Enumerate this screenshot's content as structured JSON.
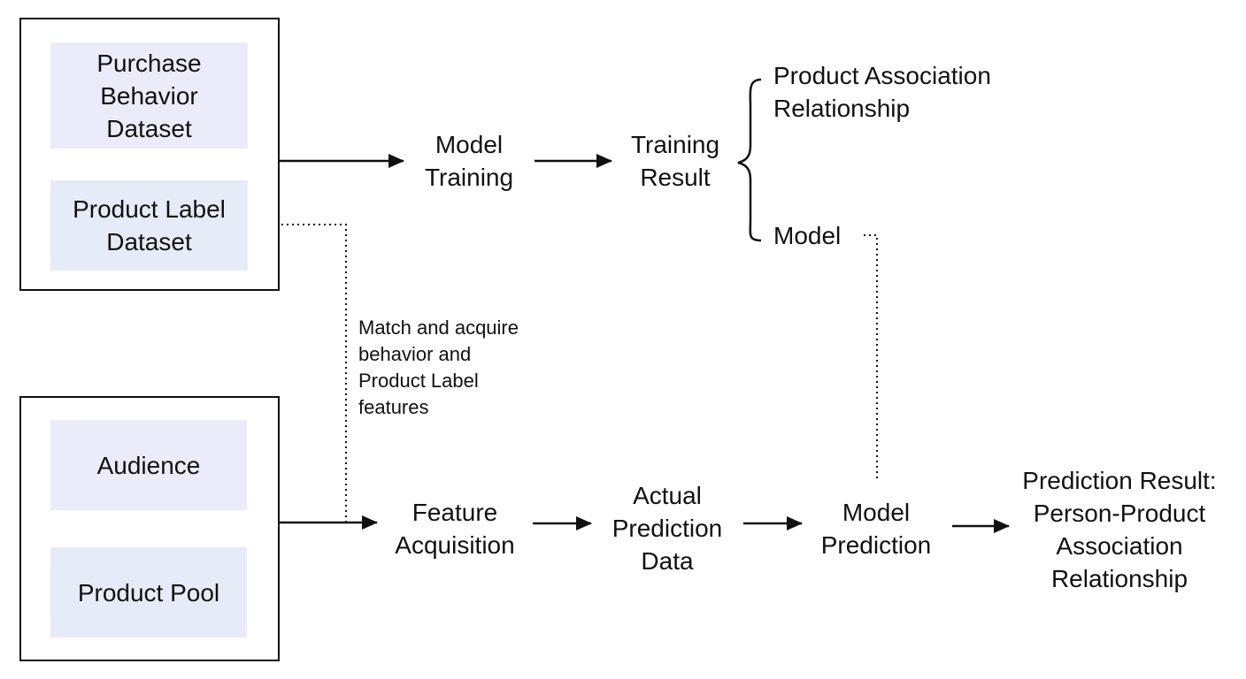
{
  "colors": {
    "dataset_fill_top": "#ecebfa",
    "dataset_fill_bottom": "#e6ebf8",
    "line": "#111111"
  },
  "inputs_top": {
    "purchase_behavior": "Purchase\nBehavior\nDataset",
    "product_label": "Product Label\nDataset"
  },
  "inputs_bottom": {
    "audience": "Audience",
    "product_pool": "Product Pool"
  },
  "nodes": {
    "model_training": "Model\nTraining",
    "training_result": "Training\nResult",
    "product_association": "Product Association\nRelationship",
    "model": "Model",
    "feature_acquisition": "Feature\nAcquisition",
    "actual_prediction_data": "Actual\nPrediction\nData",
    "model_prediction": "Model\nPrediction",
    "prediction_result": "Prediction Result:\nPerson-Product\nAssociation\nRelationship"
  },
  "annotations": {
    "match_features": "Match and acquire\nbehavior and\nProduct Label\nfeatures"
  }
}
